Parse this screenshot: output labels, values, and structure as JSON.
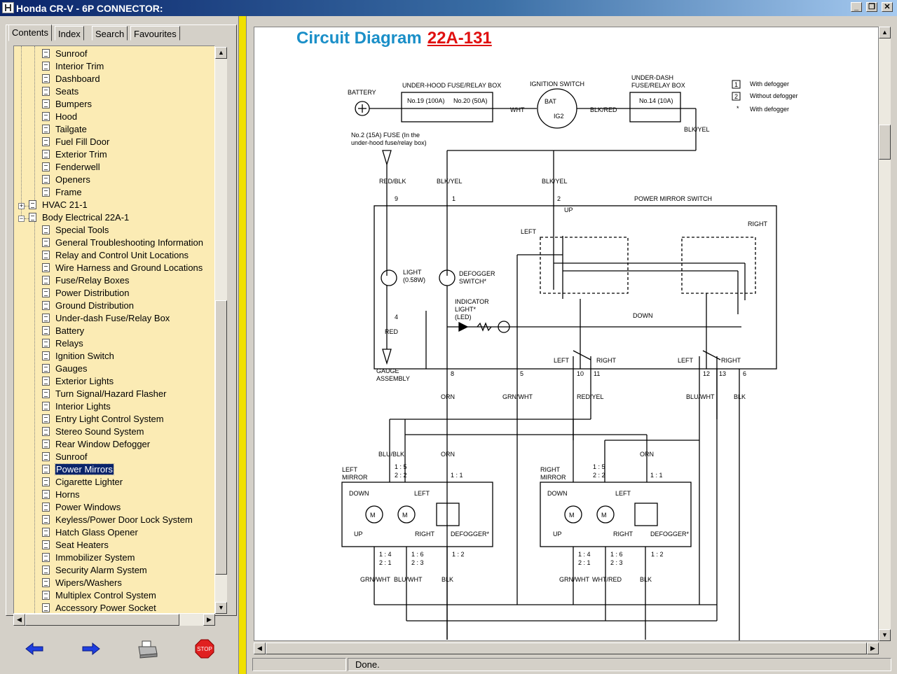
{
  "window": {
    "title": "Honda CR-V - 6P CONNECTOR:"
  },
  "tabs": [
    "Contents",
    "Index",
    "Search",
    "Favourites"
  ],
  "tree": {
    "items": [
      {
        "label": "Sunroof",
        "level": 2
      },
      {
        "label": "Interior Trim",
        "level": 2
      },
      {
        "label": "Dashboard",
        "level": 2
      },
      {
        "label": "Seats",
        "level": 2
      },
      {
        "label": "Bumpers",
        "level": 2
      },
      {
        "label": "Hood",
        "level": 2
      },
      {
        "label": "Tailgate",
        "level": 2
      },
      {
        "label": "Fuel Fill Door",
        "level": 2
      },
      {
        "label": "Exterior Trim",
        "level": 2
      },
      {
        "label": "Fenderwell",
        "level": 2
      },
      {
        "label": "Openers",
        "level": 2
      },
      {
        "label": "Frame",
        "level": 2
      },
      {
        "label": "HVAC 21-1",
        "level": 1,
        "expander": "+"
      },
      {
        "label": "Body Electrical 22A-1",
        "level": 1,
        "expander": "-"
      },
      {
        "label": "Special Tools",
        "level": 2
      },
      {
        "label": "General Troubleshooting Information",
        "level": 2
      },
      {
        "label": "Relay and Control Unit Locations",
        "level": 2
      },
      {
        "label": "Wire Harness and Ground Locations",
        "level": 2
      },
      {
        "label": "Fuse/Relay Boxes",
        "level": 2
      },
      {
        "label": "Power Distribution",
        "level": 2
      },
      {
        "label": "Ground Distribution",
        "level": 2
      },
      {
        "label": "Under-dash Fuse/Relay Box",
        "level": 2
      },
      {
        "label": "Battery",
        "level": 2
      },
      {
        "label": "Relays",
        "level": 2
      },
      {
        "label": "Ignition Switch",
        "level": 2
      },
      {
        "label": "Gauges",
        "level": 2
      },
      {
        "label": "Exterior Lights",
        "level": 2
      },
      {
        "label": "Turn Signal/Hazard Flasher",
        "level": 2
      },
      {
        "label": "Interior Lights",
        "level": 2
      },
      {
        "label": "Entry Light Control System",
        "level": 2
      },
      {
        "label": "Stereo Sound System",
        "level": 2
      },
      {
        "label": "Rear Window Defogger",
        "level": 2
      },
      {
        "label": "Sunroof",
        "level": 2
      },
      {
        "label": "Power Mirrors",
        "level": 2,
        "selected": true
      },
      {
        "label": "Cigarette Lighter",
        "level": 2
      },
      {
        "label": "Horns",
        "level": 2
      },
      {
        "label": "Power Windows",
        "level": 2
      },
      {
        "label": "Keyless/Power Door Lock System",
        "level": 2
      },
      {
        "label": "Hatch Glass Opener",
        "level": 2
      },
      {
        "label": "Seat Heaters",
        "level": 2
      },
      {
        "label": "Immobilizer System",
        "level": 2
      },
      {
        "label": "Security Alarm System",
        "level": 2
      },
      {
        "label": "Wipers/Washers",
        "level": 2
      },
      {
        "label": "Multiplex Control System",
        "level": 2
      },
      {
        "label": "Accessory Power Socket",
        "level": 2
      }
    ]
  },
  "toolbar": {
    "icons": [
      "back-arrow-icon",
      "forward-arrow-icon",
      "printer-icon",
      "stop-icon"
    ],
    "stop_text": "STOP"
  },
  "document": {
    "heading_text": "Circuit Diagram",
    "heading_code": "22A-131",
    "colors": {
      "heading": "#1a8fc8",
      "code": "#e01010",
      "selection": "#0a246a",
      "tree_bg": "#fbebb4",
      "splitter": "#f0e000"
    }
  },
  "diagram": {
    "battery": "BATTERY",
    "underhood_box": "UNDER-HOOD FUSE/RELAY BOX",
    "fuse19": "No.19 (100A)",
    "fuse20": "No.20 (50A)",
    "wht": "WHT",
    "ignition": "IGNITION SWITCH",
    "bat": "BAT",
    "ig2": "IG2",
    "blk_red": "BLK/RED",
    "underdash_box_1": "UNDER-DASH",
    "underdash_box_2": "FUSE/RELAY BOX",
    "fuse14": "No.14 (10A)",
    "blk_yel": "BLK/YEL",
    "legend1": "With defogger",
    "legend2": "Without defogger",
    "legend3": "With defogger",
    "fuse2_1": "No.2 (15A) FUSE (In the",
    "fuse2_2": "under-hood fuse/relay box)",
    "red_blk": "RED/BLK",
    "pms": "POWER MIRROR SWITCH",
    "up": "UP",
    "left": "LEFT",
    "right": "RIGHT",
    "down": "DOWN",
    "light_1": "LIGHT",
    "light_2": "(0.58W)",
    "defog_sw_1": "DEFOGGER",
    "defog_sw_2": "SWITCH*",
    "ind_1": "INDICATOR",
    "ind_2": "LIGHT*",
    "ind_3": "(LED)",
    "red": "RED",
    "gauge_1": "GAUGE",
    "gauge_2": "ASSEMBLY",
    "orn": "ORN",
    "grn_wht": "GRN/WHT",
    "red_yel": "RED/YEL",
    "blu_wht": "BLU/WHT",
    "blk": "BLK",
    "blu_blk": "BLU/BLK",
    "left_mirror_1": "LEFT",
    "left_mirror_2": "MIRROR",
    "right_mirror_1": "RIGHT",
    "right_mirror_2": "MIRROR",
    "defogger": "DEFOGGER*",
    "motor": "M",
    "wht_red": "WHT/RED",
    "pins": {
      "p9": "9",
      "p1": "1",
      "p2": "2",
      "p4": "4",
      "p8": "8",
      "p5": "5",
      "p10": "10",
      "p11": "11",
      "p12": "12",
      "p13": "13",
      "p6": "6"
    },
    "box_notes": {
      "b1_5": "1 : 5",
      "b2_2": "2 : 2",
      "b1_1": "1 : 1",
      "b1_4": "1 : 4",
      "b2_1": "2 : 1",
      "b1_6": "1 : 6",
      "b2_3": "2 : 3",
      "b1_2": "1 : 2"
    }
  },
  "status": {
    "text": "Done."
  }
}
